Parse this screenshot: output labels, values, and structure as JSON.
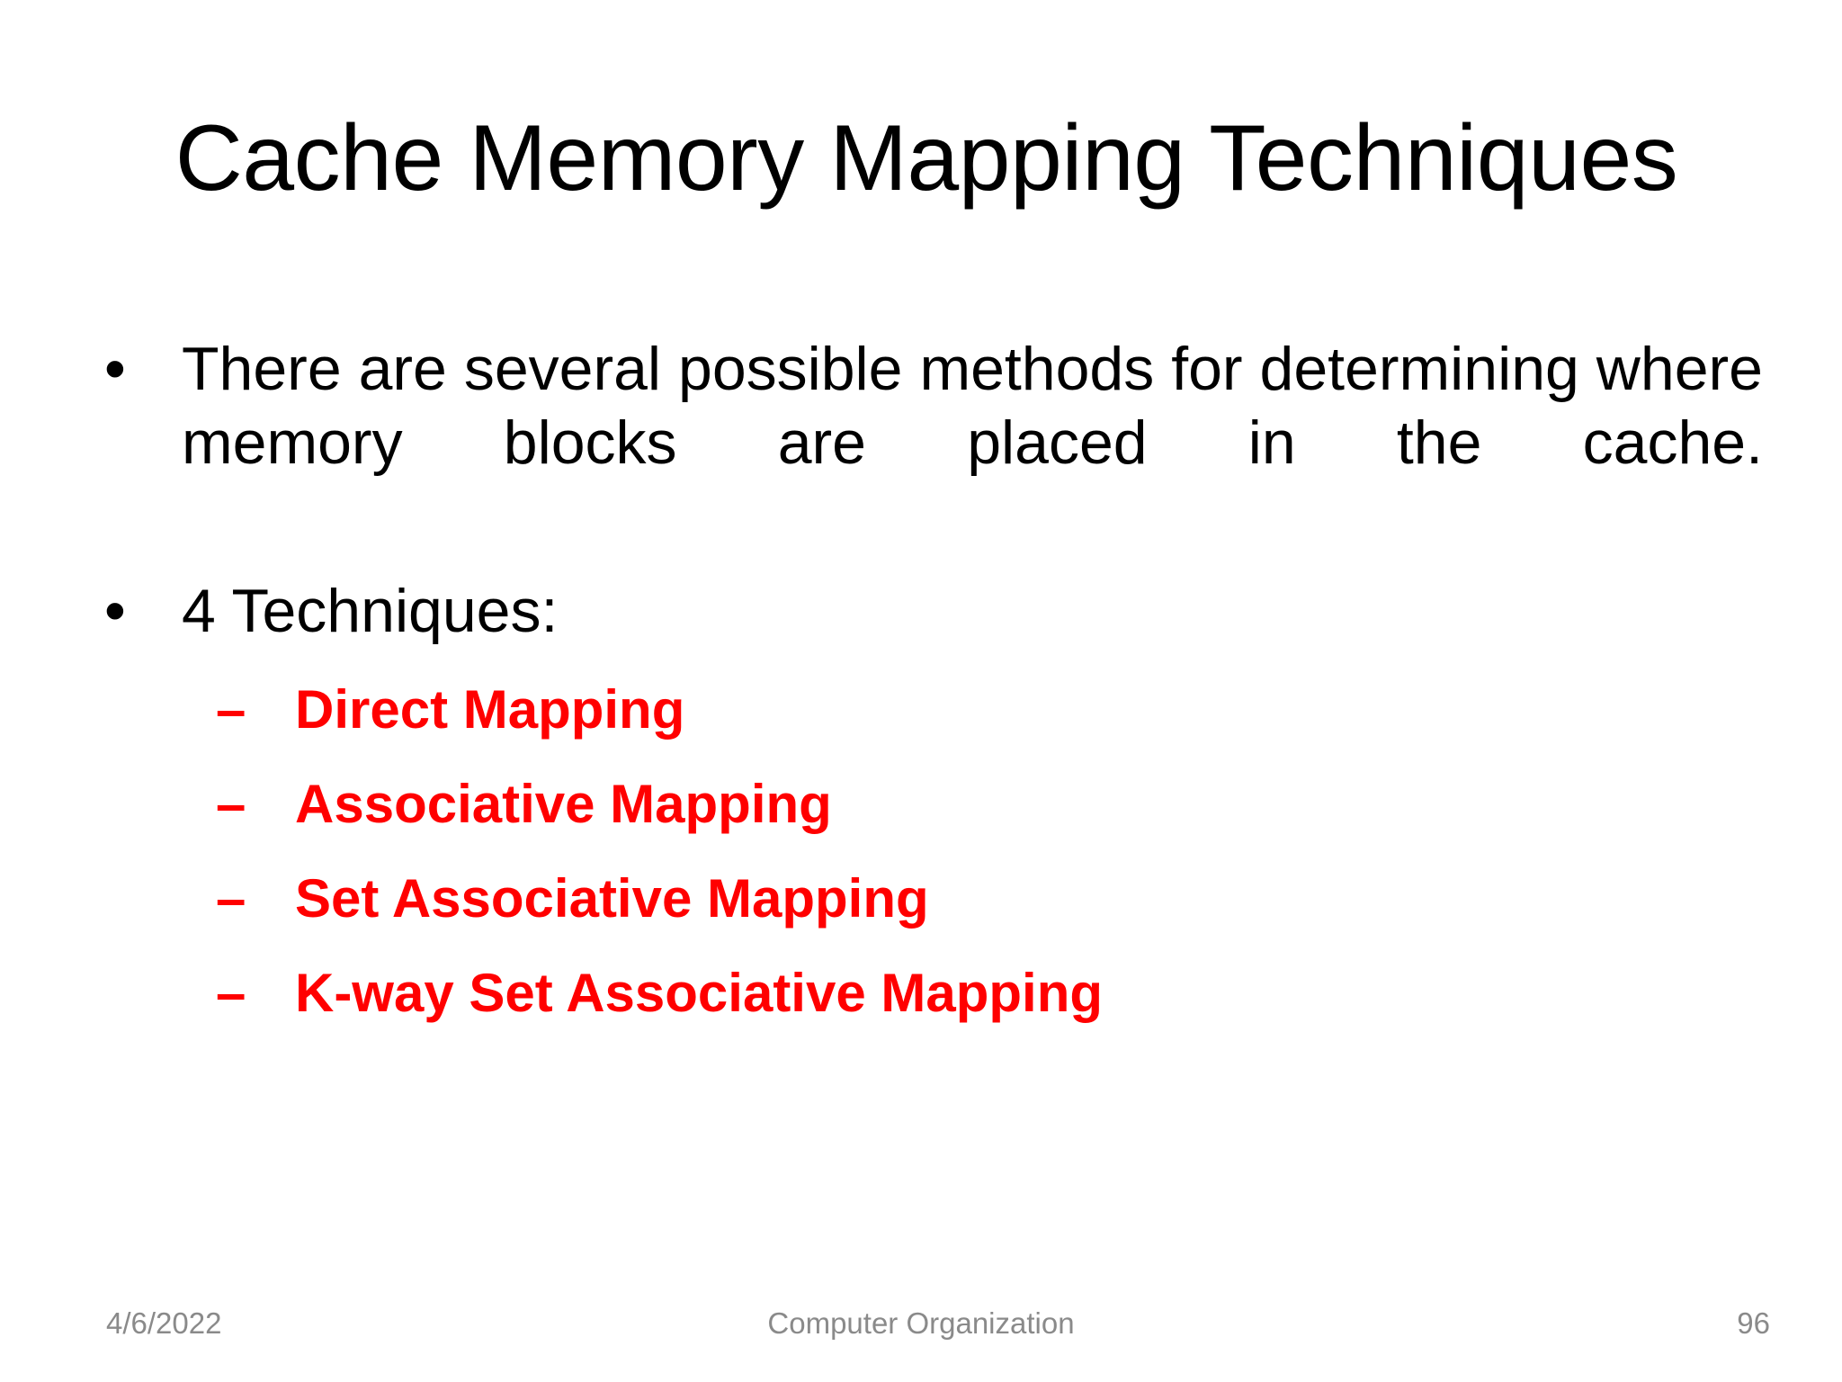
{
  "slide": {
    "title": "Cache Memory Mapping Techniques",
    "background_color": "#FFFFFF",
    "title_color": "#000000",
    "body_color": "#000000",
    "accent_color": "#FF0000",
    "footer_color": "#8A8A8A"
  },
  "body": {
    "bullets": [
      {
        "marker": "•",
        "text": "There are several possible methods for determining where memory blocks are placed in the cache."
      },
      {
        "marker": "•",
        "text": "4 Techniques:"
      }
    ],
    "sub_bullets": [
      {
        "marker": "–",
        "text": "Direct Mapping"
      },
      {
        "marker": "–",
        "text": "Associative Mapping"
      },
      {
        "marker": "–",
        "text": "Set Associative Mapping"
      },
      {
        "marker": "–",
        "text": "K-way Set Associative Mapping"
      }
    ]
  },
  "footer": {
    "date": "4/6/2022",
    "center": "Computer Organization",
    "page_number": "96"
  }
}
